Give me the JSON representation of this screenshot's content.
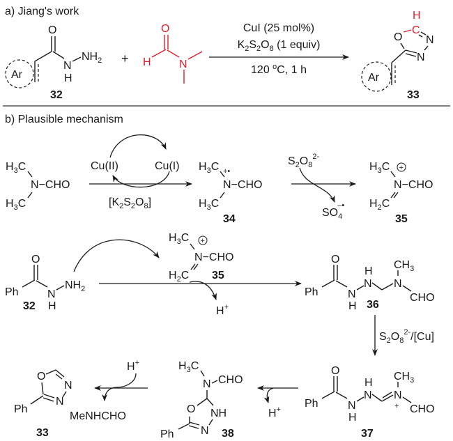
{
  "section_a": {
    "heading": "a) Jiang's work",
    "reactant_label": "32",
    "product_label": "33",
    "plus": "+",
    "conditions": {
      "line1": "CuI (25 mol%)",
      "line2_k": "K",
      "line2_k_sub": "2",
      "line2_s": "S",
      "line2_s_sub": "2",
      "line2_o": "O",
      "line2_o_sub": "8",
      "line2_rest": " (1 equiv)",
      "line3_temp": "120 ",
      "line3_deg": "o",
      "line3_rest": "C, 1 h"
    },
    "atoms": {
      "ar": "Ar",
      "o": "O",
      "n": "N",
      "h": "H",
      "nh": "NH",
      "nh2_sub": "2",
      "c": "C"
    },
    "highlight_color": "#d9202e"
  },
  "section_b": {
    "heading": "b) Plausible mechanism",
    "labels": [
      "34",
      "35",
      "35",
      "32",
      "36",
      "37",
      "38",
      "33"
    ],
    "cu_cycle": {
      "left": "Cu(II)",
      "right": "Cu(I)"
    },
    "oxidant_bracket": {
      "open": "[K",
      "s1": "2",
      "mid": "S",
      "s2": "2",
      "mid2": "O",
      "s3": "8",
      "close": "]"
    },
    "persulfate": {
      "base": "S",
      "s1": "2",
      "mid": "O",
      "s2": "8",
      "charge": "2-"
    },
    "sulfate_radical": {
      "base": "SO",
      "sub": "4",
      "charge": "–•"
    },
    "step3_reagent": {
      "base": "S",
      "s1": "2",
      "mid": "O",
      "s2": "8",
      "charge": "2-",
      "rest": "/[Cu]"
    },
    "proton": {
      "base": "H",
      "charge": "+"
    },
    "byproduct": "MeNHCHO",
    "groups": {
      "h3c": "H",
      "three": "3",
      "c": "C",
      "h2c": "H",
      "two": "2",
      "n": "N",
      "cho": "CHO",
      "ch": "CH",
      "ph": "Ph",
      "o": "O",
      "h": "H",
      "nh": "NH",
      "radical_cation": "+•",
      "plus_circle": "+",
      "plus": "+"
    }
  }
}
